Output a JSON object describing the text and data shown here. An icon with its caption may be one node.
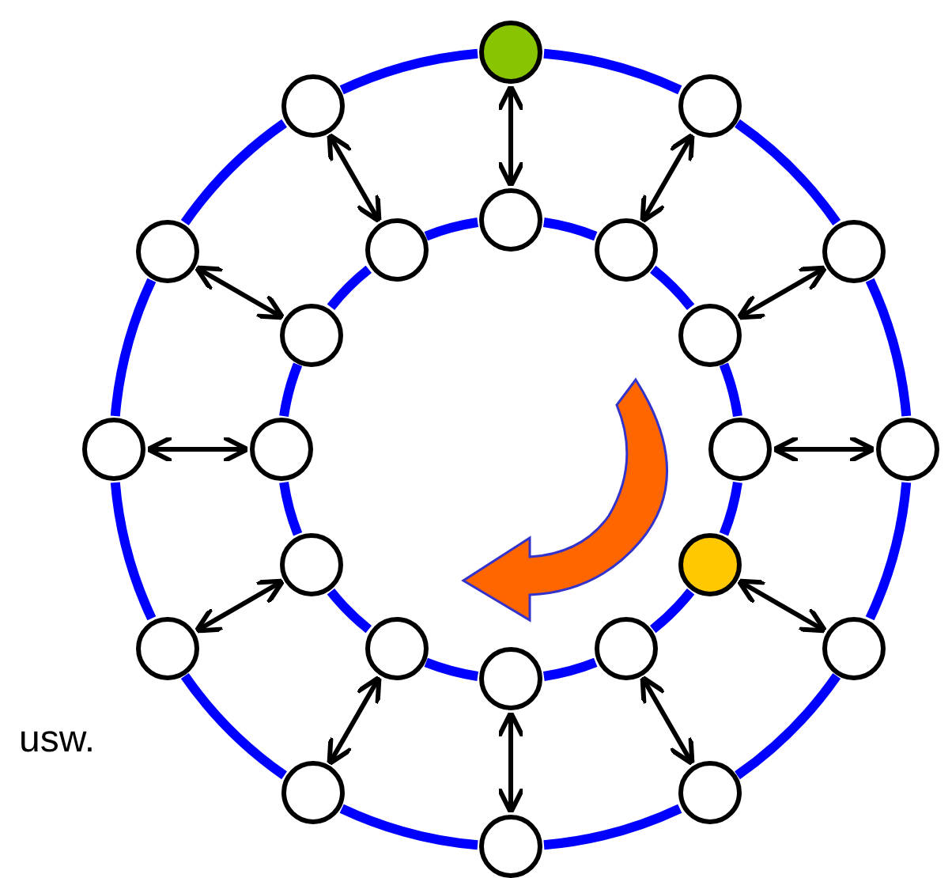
{
  "diagram": {
    "nodes": [
      {
        "text": [],
        "shape": "circle"
      },
      {
        "text": [],
        "shape": "circle"
      },
      {
        "text": [],
        "shape": "circle"
      },
      {
        "text": [],
        "shape": "circle"
      },
      {
        "text": [],
        "shape": "circle"
      },
      {
        "text": [],
        "shape": "circle"
      },
      {
        "text": [],
        "shape": "circle"
      },
      {
        "text": [],
        "shape": "circle"
      },
      {
        "text": [],
        "shape": "circle"
      },
      {
        "text": [],
        "shape": "circle"
      },
      {
        "text": [],
        "shape": "circle"
      },
      {
        "text": [],
        "shape": "circle"
      },
      {
        "text": [],
        "shape": "circle"
      },
      {
        "text": [],
        "shape": "circle"
      },
      {
        "text": [],
        "shape": "circle"
      },
      {
        "text": [],
        "shape": "circle"
      },
      {
        "text": [],
        "shape": "circle"
      },
      {
        "text": [],
        "shape": "circle"
      },
      {
        "text": [],
        "shape": "circle"
      },
      {
        "text": [],
        "shape": "circle"
      },
      {
        "text": [],
        "shape": "circle"
      },
      {
        "text": [],
        "shape": "circle"
      },
      {
        "text": [],
        "shape": "circle"
      },
      {
        "text": [],
        "shape": "circle"
      }
    ],
    "edges": [
      {
        "from": 0,
        "to": 12,
        "arrow": "both",
        "color": "#000000"
      },
      {
        "from": 1,
        "to": 13,
        "arrow": "both",
        "color": "#000000"
      },
      {
        "from": 2,
        "to": 14,
        "arrow": "both",
        "color": "#000000"
      },
      {
        "from": 3,
        "to": 15,
        "arrow": "both",
        "color": "#000000"
      },
      {
        "from": 4,
        "to": 16,
        "arrow": "both",
        "color": "#000000"
      },
      {
        "from": 5,
        "to": 17,
        "arrow": "both",
        "color": "#000000"
      },
      {
        "from": 6,
        "to": 18,
        "arrow": "both",
        "color": "#000000"
      },
      {
        "from": 7,
        "to": 19,
        "arrow": "both",
        "color": "#000000"
      },
      {
        "from": 8,
        "to": 20,
        "arrow": "both",
        "color": "#000000"
      },
      {
        "from": 9,
        "to": 21,
        "arrow": "both",
        "color": "#000000"
      },
      {
        "from": 10,
        "to": 22,
        "arrow": "both",
        "color": "#000000"
      },
      {
        "from": 11,
        "to": 23,
        "arrow": "both",
        "color": "#000000"
      },
      {
        "from": 0,
        "to": 1,
        "arrow": "none",
        "color": "#0000ff"
      },
      {
        "from": 1,
        "to": 2,
        "arrow": "none",
        "color": "#0000ff"
      },
      {
        "from": 2,
        "to": 3,
        "arrow": "none",
        "color": "#0000ff"
      },
      {
        "from": 3,
        "to": 4,
        "arrow": "none",
        "color": "#0000ff"
      },
      {
        "from": 4,
        "to": 5,
        "arrow": "none",
        "color": "#0000ff"
      },
      {
        "from": 5,
        "to": 6,
        "arrow": "none",
        "color": "#0000ff"
      },
      {
        "from": 6,
        "to": 7,
        "arrow": "none",
        "color": "#0000ff"
      },
      {
        "from": 7,
        "to": 8,
        "arrow": "none",
        "color": "#0000ff"
      },
      {
        "from": 8,
        "to": 9,
        "arrow": "none",
        "color": "#0000ff"
      },
      {
        "from": 9,
        "to": 10,
        "arrow": "none",
        "color": "#0000ff"
      },
      {
        "from": 10,
        "to": 11,
        "arrow": "none",
        "color": "#0000ff"
      },
      {
        "from": 11,
        "to": 0,
        "arrow": "none",
        "color": "#0000ff"
      },
      {
        "from": 12,
        "to": 13,
        "arrow": "none",
        "color": "#0000ff"
      },
      {
        "from": 13,
        "to": 14,
        "arrow": "none",
        "color": "#0000ff"
      },
      {
        "from": 14,
        "to": 15,
        "arrow": "none",
        "color": "#0000ff"
      },
      {
        "from": 15,
        "to": 16,
        "arrow": "none",
        "color": "#0000ff"
      },
      {
        "from": 16,
        "to": 17,
        "arrow": "none",
        "color": "#0000ff"
      },
      {
        "from": 17,
        "to": 18,
        "arrow": "none",
        "color": "#0000ff"
      },
      {
        "from": 18,
        "to": 19,
        "arrow": "none",
        "color": "#0000ff"
      },
      {
        "from": 19,
        "to": 20,
        "arrow": "none",
        "color": "#0000ff"
      },
      {
        "from": 20,
        "to": 21,
        "arrow": "none",
        "color": "#0000ff"
      },
      {
        "from": 21,
        "to": 22,
        "arrow": "none",
        "color": "#0000ff"
      },
      {
        "from": 22,
        "to": 23,
        "arrow": "none",
        "color": "#0000ff"
      },
      {
        "from": 23,
        "to": 12,
        "arrow": "none",
        "color": "#0000ff"
      }
    ],
    "labels": [
      "usw."
    ]
  }
}
